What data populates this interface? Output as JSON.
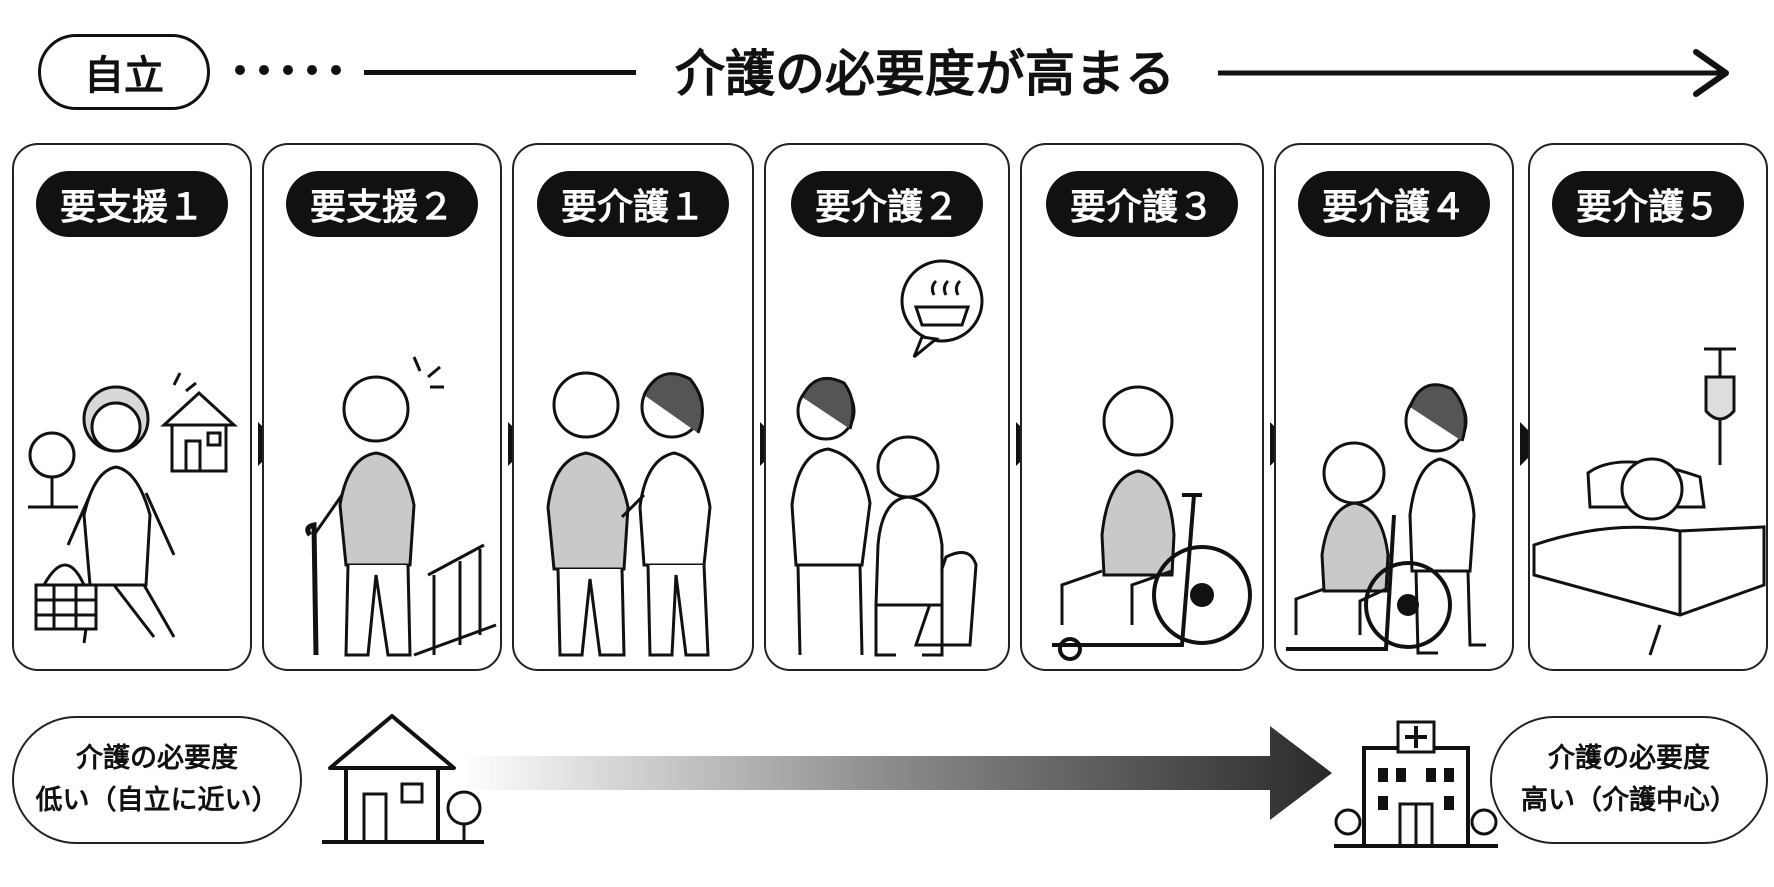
{
  "header": {
    "start_label": "自立",
    "title": "介護の必要度が高まる"
  },
  "stages": [
    {
      "label": "要支援１"
    },
    {
      "label": "要支援２"
    },
    {
      "label": "要介護１"
    },
    {
      "label": "要介護２"
    },
    {
      "label": "要介護３"
    },
    {
      "label": "要介護４"
    },
    {
      "label": "要介護５"
    }
  ],
  "footer": {
    "low_line1": "介護の必要度",
    "low_line2": "低い（自立に近い）",
    "high_line1": "介護の必要度",
    "high_line2": "高い（介護中心）"
  },
  "colors": {
    "ink": "#111111",
    "skin_tone": "#ffffff",
    "shirt_gray": "#c9c9c9",
    "light_gray": "#dddddd"
  },
  "icons": [
    "house-icon",
    "hospital-icon",
    "tree-icon",
    "basket-icon",
    "cane-icon",
    "handrail-icon",
    "bathtub-icon",
    "toilet-icon",
    "wheelchair-icon",
    "bed-icon",
    "iv-drip-icon"
  ]
}
